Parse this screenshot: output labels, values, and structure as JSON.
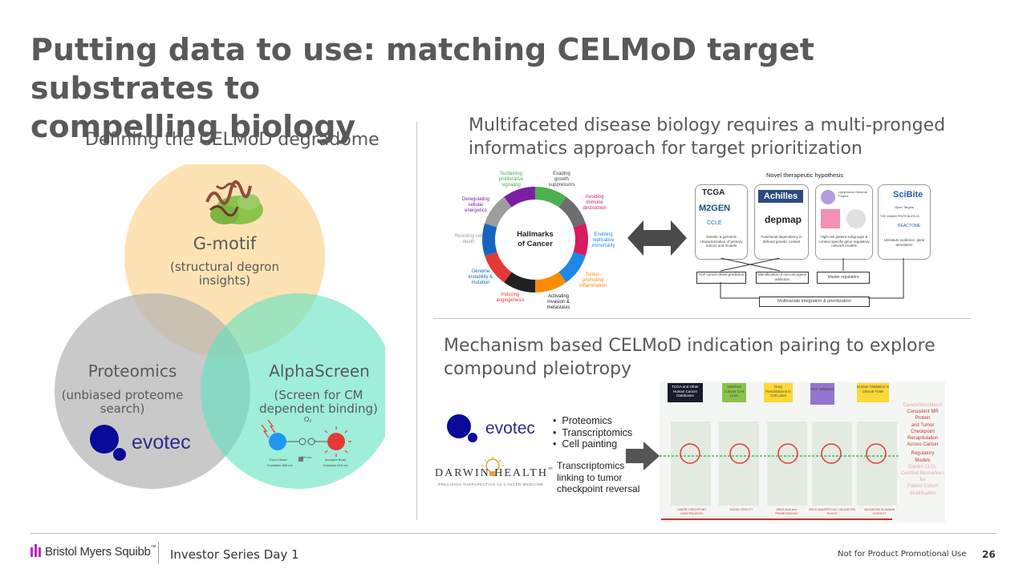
{
  "title": {
    "line1": "Putting data to use: matching CELMoD target substrates to",
    "line2": "compelling biology"
  },
  "left": {
    "heading": "Defining the CELMoD degradome",
    "gmotif": {
      "label": "G-motif",
      "sub1": "(structural degron",
      "sub2": "insights)"
    },
    "proteomics": {
      "label": "Proteomics",
      "sub1": "(unbiased proteome",
      "sub2": "search)"
    },
    "alphascreen": {
      "label": "AlphaScreen",
      "sub1": "(Screen for CM",
      "sub2": "dependent binding)"
    },
    "evotec": "evotec",
    "diagram_labels": {
      "o2": "O₂",
      "donor": "Donor Bead",
      "acceptor": "Acceptor Bead",
      "excitation": "Excitation 680 nm",
      "emission": "Emission 615 nm",
      "dist": "200 nm"
    }
  },
  "right_top": {
    "heading1": "Multifaceted disease biology requires a multi-pronged",
    "heading2": "informatics approach for target prioritization",
    "hallmarks": {
      "center1": "Hallmarks",
      "center2": "of Cancer",
      "labels": [
        "Sustaining proliferative signaling",
        "Evading growth suppressors",
        "Avoiding immune destruction",
        "Enabling replicative immortality",
        "Tumor-promoting inflammation",
        "Activating invasion & metastasis",
        "Inducing angiogenesis",
        "Genome instability & mutation",
        "Resisting cell death",
        "Deregulating cellular energetics"
      ]
    },
    "flow": {
      "title": "Novel therapeutic hypothesis",
      "tcga": "TCGA",
      "m2gen": "M2GEN",
      "ccle": "CCLE",
      "achilles": "Achilles",
      "depmap": "depmap",
      "scibite": "SciBite",
      "reactome": "REACTOME",
      "hpa": "THE HUMAN PROTEIN ATLAS",
      "opentargets": "Open Targets",
      "lymphoma": "Lymphoma Genome Project",
      "box1": "Genetic & genomic characterization of primary tumors and models",
      "box2": "Functional dependency in defined genetic context",
      "box3": "High-risk patient subgroups & context specific gene regulatory network models",
      "box4": "Literature evidence; gene annotation",
      "gof": "GoF cancer driver prediction",
      "ident": "Identification of non-oncogene addiction",
      "master": "Master regulators",
      "integration": "Multivariate integration & prioritization"
    }
  },
  "right_bottom": {
    "heading1": "Mechanism based CELMoD indication pairing to explore",
    "heading2": "compound pleiotropy",
    "evotec": "evotec",
    "bullets": [
      "Proteomics",
      "Transcriptomics",
      "Cell painting"
    ],
    "darwin": "DARWIN HEALTH",
    "darwin_tm": "™",
    "darwin_tag": "PRECISION THERAPEUTICS for CANCER MEDICINE",
    "darwin_text": [
      "Transcriptomics",
      "linking to tumor",
      "checkpoint reversal"
    ],
    "columns": [
      "TCGA and Other Human Cancer Databases",
      "Matched Cancer Cell Lines",
      "Drug Perturbations in Cell Lines",
      "PDX Validation",
      "Human Validation in Clinical Trials"
    ],
    "bottom_labels": [
      "TUMOR CHECKPOINT IDENTIFICATION",
      "MODEL FIDELITY",
      "DRUG MoA and PRIORITIZATION",
      "DRUG MoA/EFFICACY VALIDATION IN VIVO",
      "VALIDATION IN HUMAN CONTEXT"
    ],
    "sidebar": [
      {
        "text": "DarwinOncoMatch",
        "color": "#e8a6a6"
      },
      {
        "text": "Consistent MR",
        "color": "#c0392b"
      },
      {
        "text": "Protein",
        "color": "#c0392b"
      },
      {
        "text": "and Tumor",
        "color": "#c0392b"
      },
      {
        "text": "Checkpoint",
        "color": "#c0392b"
      },
      {
        "text": "Recapitulation",
        "color": "#c0392b"
      },
      {
        "text": "Across Cancer",
        "color": "#c0392b"
      },
      {
        "text": "Regulatory",
        "color": "#c0392b"
      },
      {
        "text": "Models",
        "color": "#c0392b"
      },
      {
        "text": "Darwin CLIA-",
        "color": "#e8a6a6"
      },
      {
        "text": "Certified Biomarkers",
        "color": "#e8a6a6"
      },
      {
        "text": "for",
        "color": "#e8a6a6"
      },
      {
        "text": "Patient Cohort",
        "color": "#e8a6a6"
      },
      {
        "text": "Stratification",
        "color": "#e8a6a6"
      }
    ]
  },
  "footer": {
    "company": "Bristol Myers Squibb",
    "tm": "™",
    "event": "Investor Series Day 1",
    "disclaimer": "Not for Product Promotional Use",
    "page": "26"
  },
  "colors": {
    "title": "#595959",
    "gmotif_circle": "#fde4b3",
    "proteomics_circle": "#c4c4c4",
    "alphascreen_circle": "#86ead2",
    "evotec_blue": "#0a0a9a",
    "bms_purple": "#be2bbb"
  }
}
